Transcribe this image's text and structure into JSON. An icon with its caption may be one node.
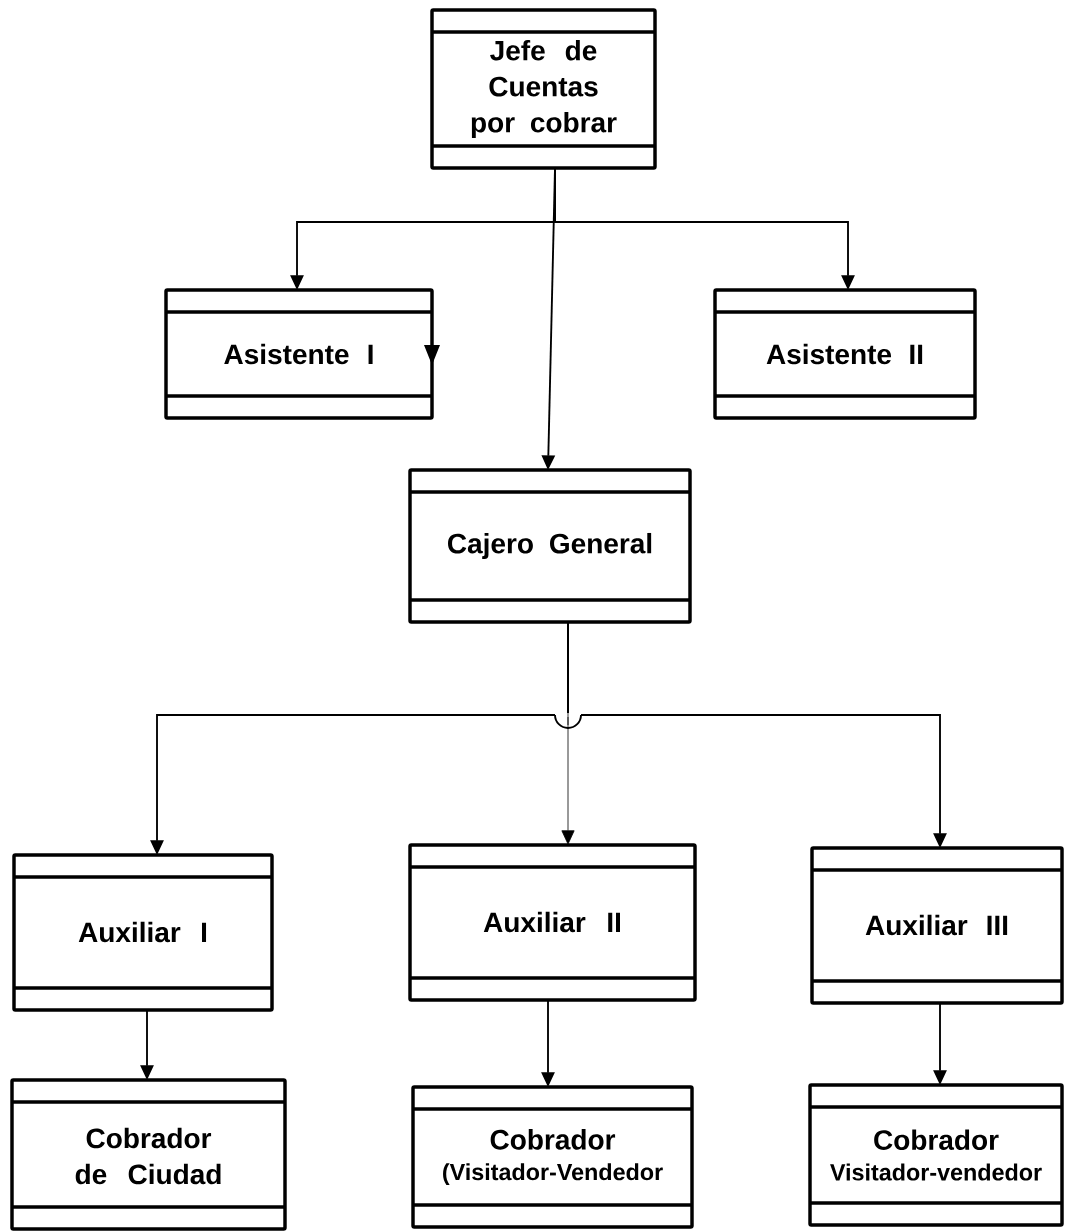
{
  "diagram": {
    "nodes": [
      {
        "text": [
          "Jefe de Cuentas por cobrar"
        ]
      },
      {
        "text": [
          "Asistente I"
        ]
      },
      {
        "text": [
          "Asistente II"
        ]
      },
      {
        "text": [
          "Cajero General"
        ]
      },
      {
        "text": [
          "Auxiliar I"
        ]
      },
      {
        "text": [
          "Auxiliar II"
        ]
      },
      {
        "text": [
          "Auxiliar III"
        ]
      },
      {
        "text": [
          "Cobrador de Ciudad"
        ]
      },
      {
        "text": [
          "Cobrador",
          "(Visitador-Vendedor"
        ]
      },
      {
        "text": [
          "Cobrador",
          "Visitador-vendedor"
        ]
      }
    ],
    "edges": [
      {
        "from": 0,
        "to": 1,
        "arrow": "to"
      },
      {
        "from": 0,
        "to": 2,
        "arrow": "to"
      },
      {
        "from": 0,
        "to": 3,
        "arrow": "to"
      },
      {
        "from": 3,
        "to": 4,
        "arrow": "to"
      },
      {
        "from": 3,
        "to": 5,
        "arrow": "to"
      },
      {
        "from": 3,
        "to": 6,
        "arrow": "to"
      },
      {
        "from": 4,
        "to": 7,
        "arrow": "to"
      },
      {
        "from": 5,
        "to": 8,
        "arrow": "to"
      },
      {
        "from": 6,
        "to": 9,
        "arrow": "to"
      }
    ]
  }
}
